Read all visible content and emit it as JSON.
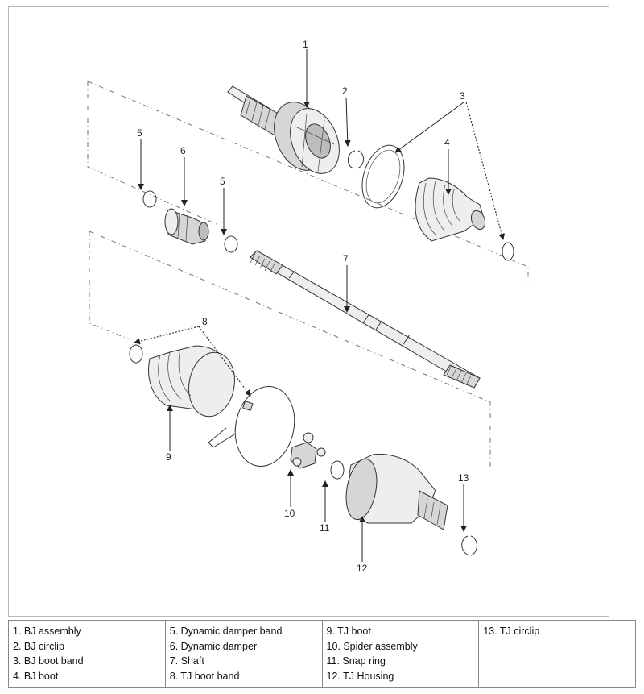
{
  "callouts": {
    "c1": "1",
    "c2": "2",
    "c3": "3",
    "c4": "4",
    "c5a": "5",
    "c5b": "5",
    "c6": "6",
    "c7": "7",
    "c8": "8",
    "c9": "9",
    "c10": "10",
    "c11": "11",
    "c12": "12",
    "c13": "13"
  },
  "legend": {
    "col1": [
      "1. BJ assembly",
      "2. BJ circlip",
      "3. BJ boot band",
      "4. BJ boot"
    ],
    "col2": [
      "5. Dynamic damper band",
      "6. Dynamic damper",
      "7. Shaft",
      "8. TJ boot band"
    ],
    "col3": [
      "9. TJ boot",
      "10. Spider assembly",
      "11. Snap ring",
      "12. TJ Housing"
    ],
    "col4": [
      "13. TJ circlip"
    ]
  }
}
